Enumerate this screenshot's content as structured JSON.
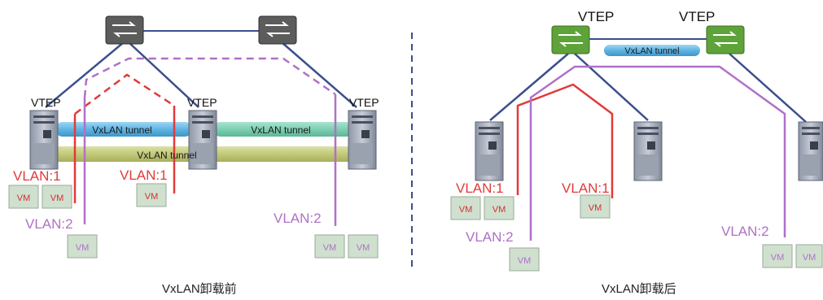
{
  "colors": {
    "link": "#3b4f8c",
    "vlan1": "#e23a3a",
    "vlan2": "#b070c8",
    "vm_fill": "#cfe0cf",
    "vm_text": "#d23030",
    "switch_gray": "#5c5c5c",
    "switch_green": "#5ea33a",
    "tunnel_blue": "#62b7e6",
    "tunnel_teal": "#7ed0b3",
    "tunnel_olive": "#c2c978",
    "divider": "#3b4f8c"
  },
  "left": {
    "caption": "VxLAN卸载前",
    "vtep_labels": [
      "VTEP",
      "VTEP",
      "VTEP"
    ],
    "tunnels": [
      "VxLAN tunnel",
      "VxLAN tunnel",
      "VxLAN tunnel"
    ],
    "vlan_labels": [
      "VLAN:1",
      "VLAN:1",
      "VLAN:2",
      "VLAN:2"
    ],
    "vm_label": "VM"
  },
  "right": {
    "caption": "VxLAN卸载后",
    "vtep_labels": [
      "VTEP",
      "VTEP"
    ],
    "tunnels": [
      "VxLAN tunnel"
    ],
    "vlan_labels": [
      "VLAN:1",
      "VLAN:1",
      "VLAN:2",
      "VLAN:2"
    ],
    "vm_label": "VM"
  }
}
